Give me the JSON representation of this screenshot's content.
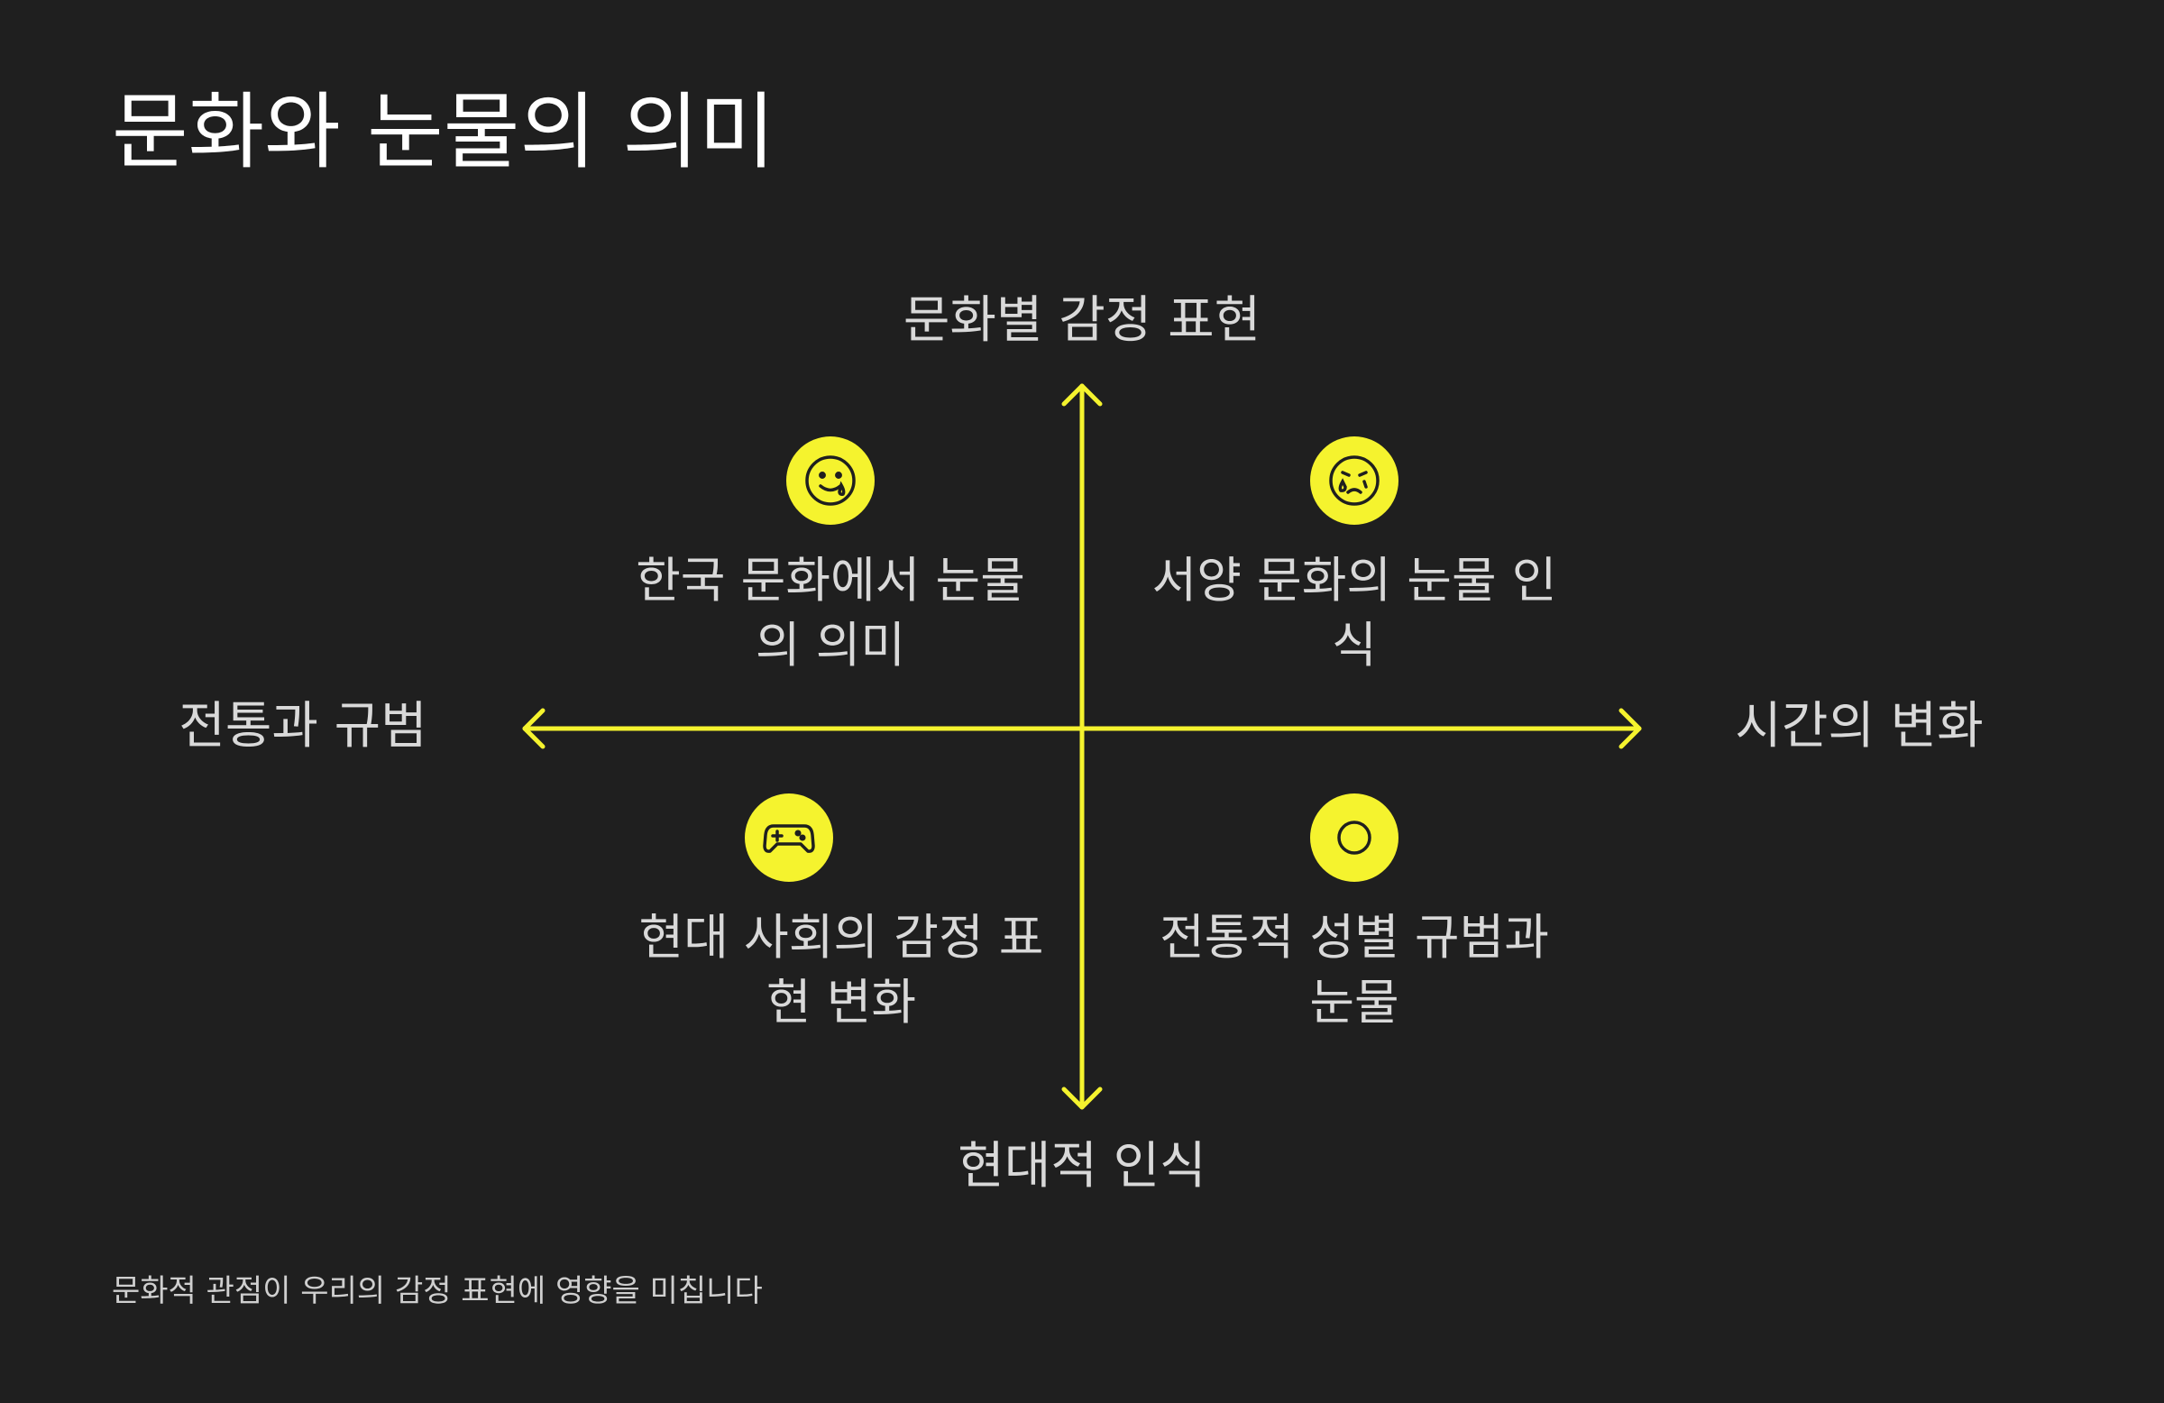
{
  "title": "문화와 눈물의 의미",
  "axes": {
    "top": "문화별 감정 표현",
    "bottom": "현대적 인식",
    "left": "전통과 규범",
    "right": "시간의 변화"
  },
  "quadrants": [
    {
      "label": "한국 문화에서 눈물의 의미",
      "icon": "crying-smile-icon"
    },
    {
      "label": "서양 문화의 눈물 인식",
      "icon": "crying-sad-face-icon"
    },
    {
      "label": "현대 사회의 감정 표현 변화",
      "icon": "gamepad-icon"
    },
    {
      "label": "전통적 성별 규범과 눈물",
      "icon": "circle-icon"
    }
  ],
  "footnote": "문화적 관점이 우리의 감정 표현에 영향을 미칩니다",
  "colors": {
    "background": "#1f1f1f",
    "accent": "#f5f32e",
    "text": "#d9d9d9",
    "title": "#ffffff"
  }
}
